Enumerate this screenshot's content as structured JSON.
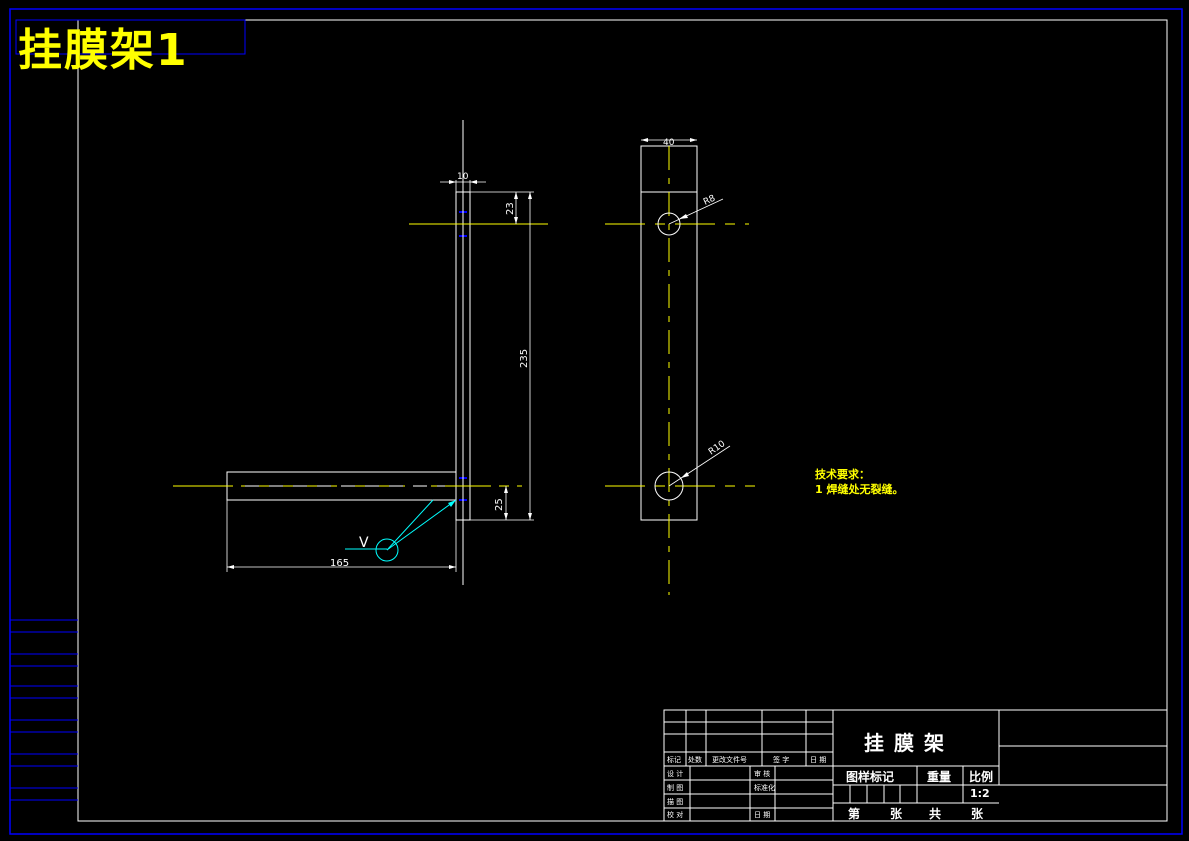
{
  "drawing": {
    "title": "挂膜架1",
    "tech_requirements": {
      "heading": "技术要求：",
      "line1": "1 焊缝处无裂缝。"
    },
    "dimensions": {
      "thickness": "10",
      "top_offset": "23",
      "height": "235",
      "bottom_offset": "25",
      "arm_length": "165",
      "width": "40",
      "hole_top": "R8",
      "hole_bottom": "R10"
    },
    "weld_symbol": "V"
  },
  "title_block": {
    "part_name": "挂膜架",
    "pattern_mark": "图样标记",
    "weight": "重量",
    "scale_label": "比例",
    "scale_value": "1:2",
    "sheet_no": "第",
    "sheet_unit1": "张",
    "sheet_total": "共",
    "sheet_unit2": "张",
    "rev_mark": "标记",
    "rev_count": "处数",
    "rev_doc": "更改文件号",
    "rev_sign": "签 字",
    "rev_date": "日 期",
    "design": "设 计",
    "draw": "制 图",
    "trace": "描 图",
    "check": "校 对",
    "review": "审 核",
    "standard": "标准化",
    "date": "日 期"
  },
  "colors": {
    "border": "#0000ff",
    "outline": "#ffffff",
    "centerline": "#ffff00",
    "text": "#ffff00",
    "weld": "#00ffff"
  }
}
